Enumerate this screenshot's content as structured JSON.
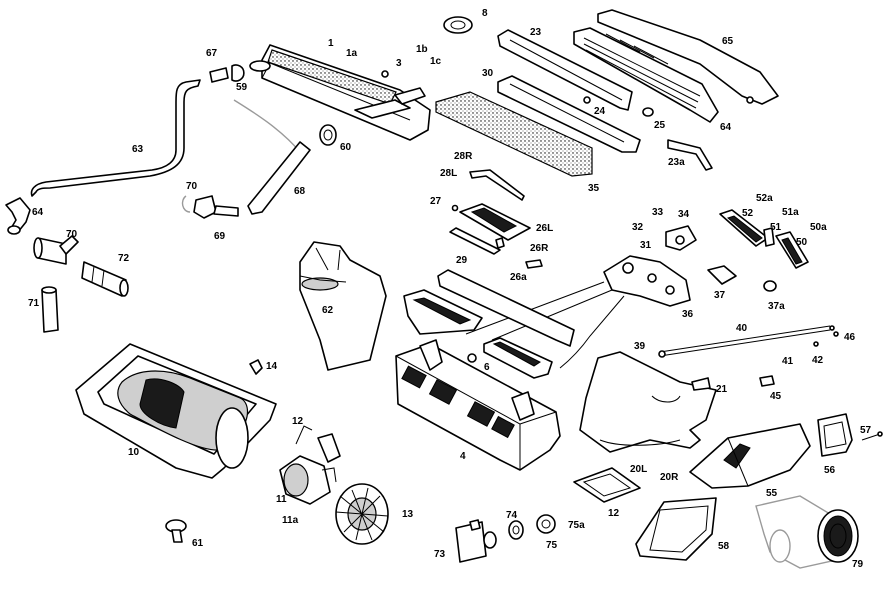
{
  "diagram": {
    "labels": [
      "1",
      "1a",
      "1b",
      "1c",
      "3",
      "8",
      "23",
      "30",
      "24",
      "25",
      "64",
      "65",
      "23a",
      "67",
      "59",
      "60",
      "63",
      "64",
      "70",
      "69",
      "68",
      "70",
      "72",
      "71",
      "62",
      "28R",
      "28L",
      "35",
      "27",
      "26L",
      "26R",
      "26a",
      "29",
      "33",
      "34",
      "32",
      "31",
      "52a",
      "52",
      "51a",
      "51",
      "50a",
      "50",
      "37",
      "37a",
      "36",
      "40",
      "46",
      "41",
      "42",
      "39",
      "6",
      "21",
      "45",
      "14",
      "10",
      "12",
      "11",
      "11a",
      "13",
      "4",
      "20L",
      "20R",
      "12",
      "57",
      "56",
      "55",
      "61",
      "74",
      "75",
      "75a",
      "73",
      "58",
      "79"
    ]
  }
}
